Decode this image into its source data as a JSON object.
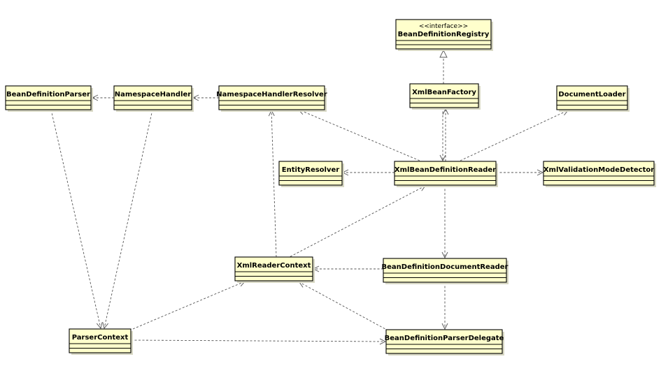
{
  "diagram": {
    "classes": [
      {
        "id": "registry",
        "name": "BeanDefinitionRegistry",
        "stereotype": "<<interface>>"
      },
      {
        "id": "bdparser",
        "name": "BeanDefinitionParser"
      },
      {
        "id": "nshandler",
        "name": "NamespaceHandler"
      },
      {
        "id": "nsresolver",
        "name": "NamespaceHandlerResolver"
      },
      {
        "id": "xbf",
        "name": "XmlBeanFactory"
      },
      {
        "id": "docloader",
        "name": "DocumentLoader"
      },
      {
        "id": "entity",
        "name": "EntityResolver"
      },
      {
        "id": "xbdr",
        "name": "XmlBeanDefinitionReader"
      },
      {
        "id": "xvmd",
        "name": "XmlValidationModeDetector"
      },
      {
        "id": "xrc",
        "name": "XmlReaderContext"
      },
      {
        "id": "bddr",
        "name": "BeanDefinitionDocumentReader"
      },
      {
        "id": "parserctx",
        "name": "ParserContext"
      },
      {
        "id": "bdpd",
        "name": "BeanDefinitionParserDelegate"
      }
    ],
    "relations": [
      {
        "from": "xbf",
        "to": "registry",
        "kind": "realization"
      },
      {
        "from": "xbf",
        "to": "xbdr",
        "kind": "dependency"
      },
      {
        "from": "xbdr",
        "to": "xbf",
        "kind": "dependency"
      },
      {
        "from": "nshandler",
        "to": "bdparser",
        "kind": "dependency"
      },
      {
        "from": "nsresolver",
        "to": "nshandler",
        "kind": "dependency"
      },
      {
        "from": "xbdr",
        "to": "nsresolver",
        "kind": "dependency"
      },
      {
        "from": "xbdr",
        "to": "docloader",
        "kind": "dependency"
      },
      {
        "from": "xbdr",
        "to": "entity",
        "kind": "dependency"
      },
      {
        "from": "xbdr",
        "to": "xvmd",
        "kind": "dependency"
      },
      {
        "from": "xbdr",
        "to": "bddr",
        "kind": "dependency"
      },
      {
        "from": "xrc",
        "to": "xbdr",
        "kind": "dependency"
      },
      {
        "from": "xrc",
        "to": "nsresolver",
        "kind": "dependency"
      },
      {
        "from": "bddr",
        "to": "xrc",
        "kind": "dependency"
      },
      {
        "from": "bddr",
        "to": "bdpd",
        "kind": "dependency"
      },
      {
        "from": "bdpd",
        "to": "xrc",
        "kind": "dependency"
      },
      {
        "from": "parserctx",
        "to": "xrc",
        "kind": "dependency"
      },
      {
        "from": "parserctx",
        "to": "bdpd",
        "kind": "dependency"
      },
      {
        "from": "bdparser",
        "to": "parserctx",
        "kind": "dependency"
      },
      {
        "from": "nshandler",
        "to": "parserctx",
        "kind": "dependency"
      }
    ]
  }
}
